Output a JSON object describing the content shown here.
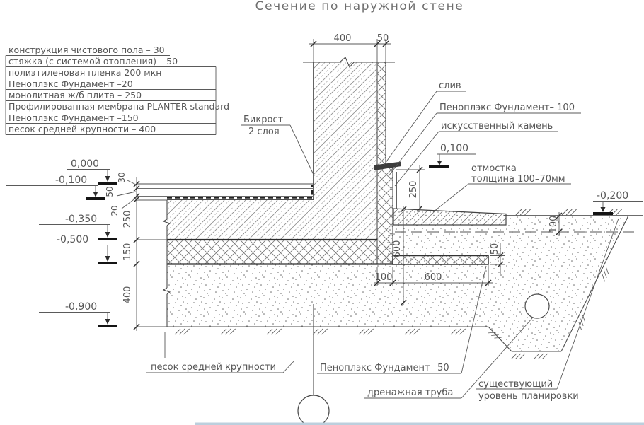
{
  "title": "Сечение по наружной стене",
  "spec_table": {
    "rows": [
      "конструкция чистового пола – 30",
      "стяжка (с системой отопления) – 50",
      "полиэтиленовая пленка 200 мкн",
      "Пеноплэкс Фундамент –20",
      "монолитная ж/б плита – 250",
      "Профилированная мембрана PLANTER standard",
      "Пеноплэкс Фундамент –150",
      "песок средней крупности – 400"
    ]
  },
  "callouts": {
    "bikrost_line1": "Бикрост",
    "bikrost_line2": "2 слоя",
    "sliv": "слив",
    "penoplex_100": "Пеноплэкс Фундамент– 100",
    "artificial_stone": "искусственный камень",
    "otmostka_line1": "отмостка",
    "otmostka_line2": "толщина 100–70мм",
    "sand": "песок средней крупности",
    "penoplex_50": "Пеноплэкс Фундамент– 50",
    "drain_pipe": "дренажная труба",
    "existing_line1": "существующий",
    "existing_line2": "уровень планировки"
  },
  "elevations": {
    "zero": "0,000",
    "m100": "-0,100",
    "m350": "-0,350",
    "m500": "-0,500",
    "m900": "-0,900",
    "p100": "0,100",
    "m200": "-0,200"
  },
  "dims": {
    "top_400": "400",
    "top_50": "50",
    "layer_30": "30",
    "layer_50": "50",
    "layer_20": "20",
    "layer_250": "250",
    "layer_150": "150",
    "layer_400": "400",
    "plinth_250": "250",
    "depth_600": "600",
    "skirt_50": "50",
    "base_100": "100",
    "base_600": "600",
    "grade_100": "100"
  },
  "colors": {
    "line": "#4c4c4c",
    "thick_line": "#2d2d2d",
    "hatch": "#9a9a9a",
    "text": "#565656",
    "elevation_bar": "#141414",
    "footer_strip": "#bccfdd"
  }
}
